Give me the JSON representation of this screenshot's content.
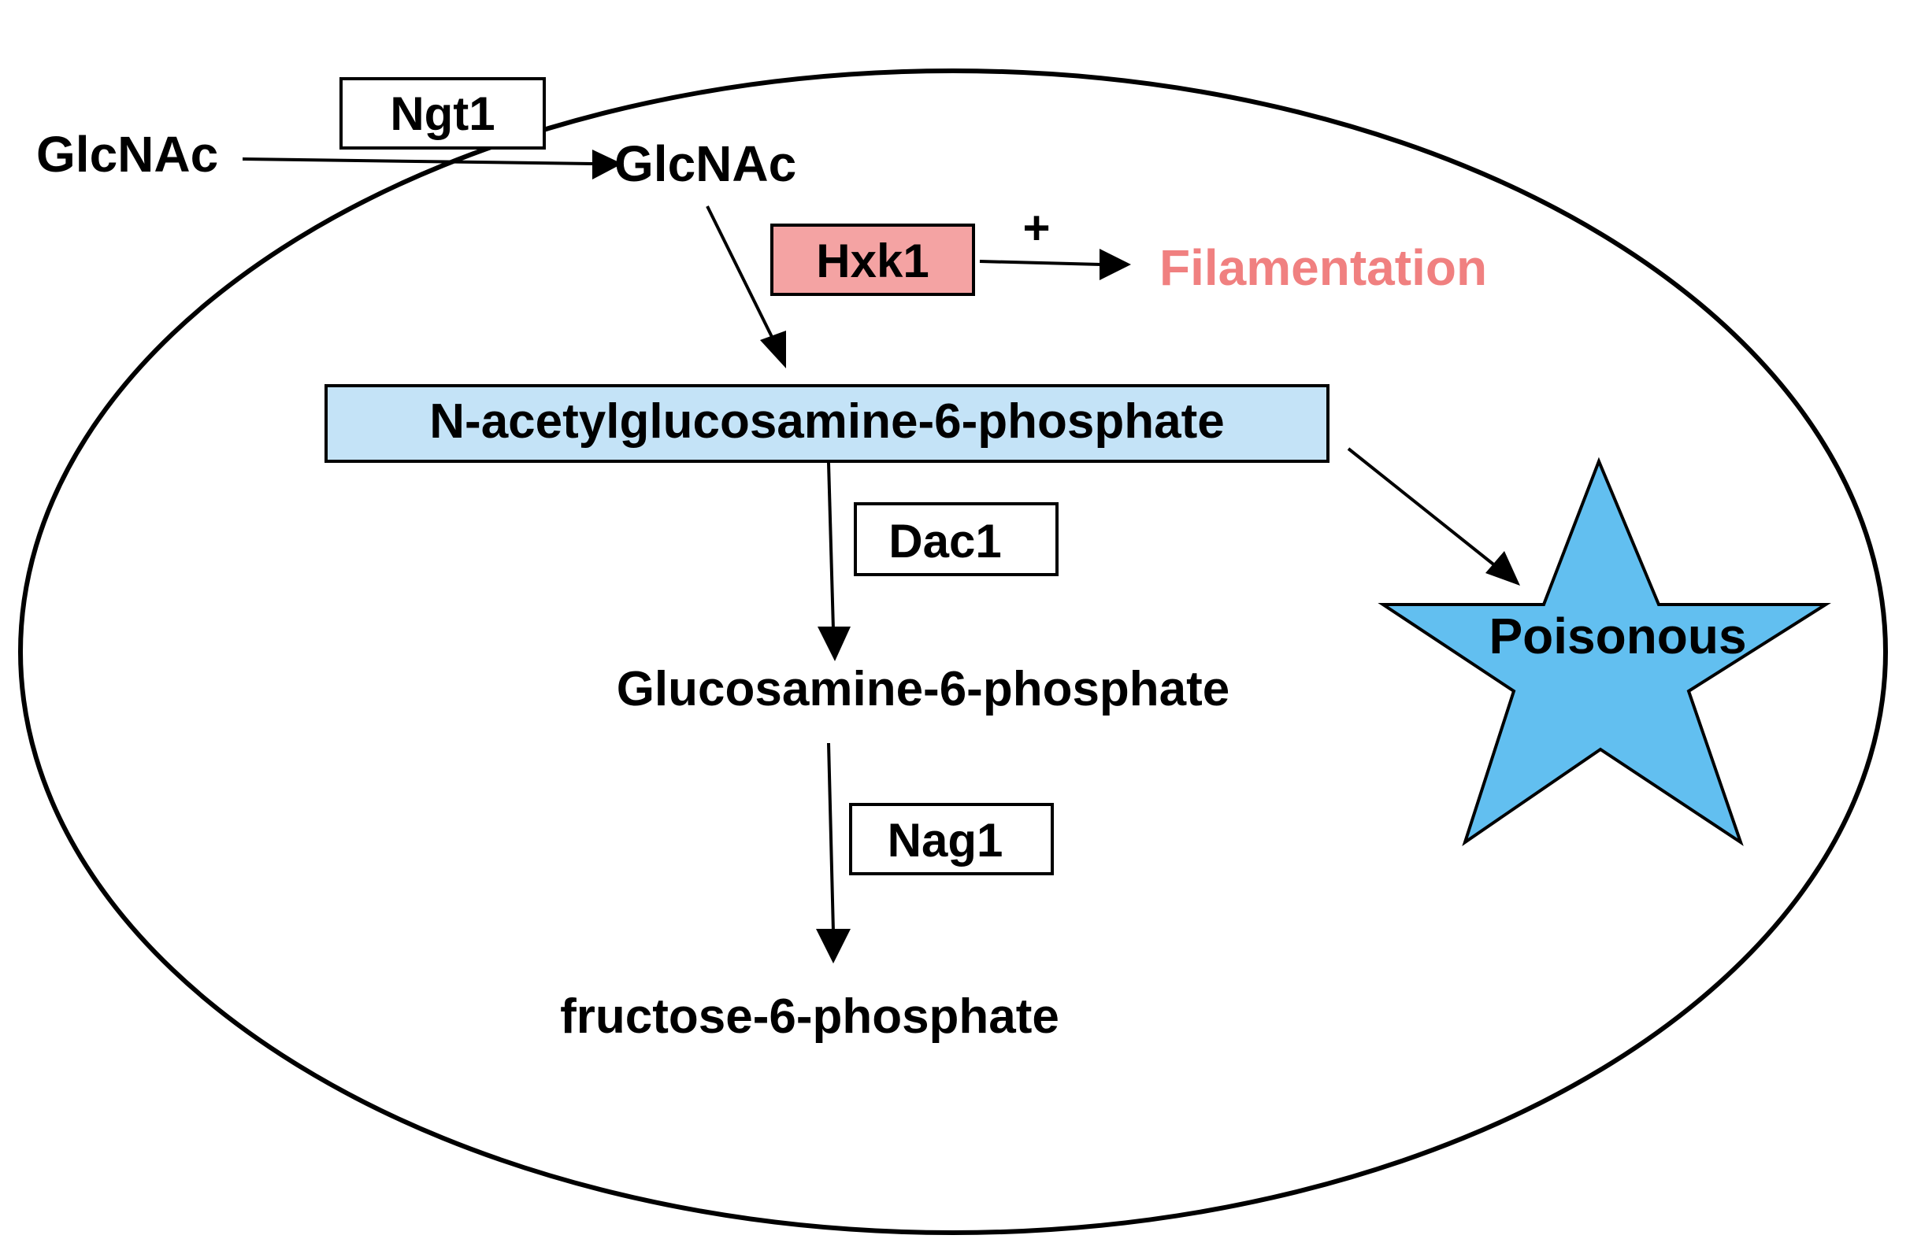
{
  "diagram": {
    "extracellular_label": "GlcNAc",
    "intracellular_label": "GlcNAc",
    "transporter": "Ngt1",
    "kinase": "Hxk1",
    "plus_sign": "+",
    "filamentation": "Filamentation",
    "glcnac6p": "N-acetylglucosamine-6-phosphate",
    "deacetylase": "Dac1",
    "glucosamine6p": "Glucosamine-6-phosphate",
    "deaminase": "Nag1",
    "fructose6p": "fructose-6-phosphate",
    "poisonous": "Poisonous"
  },
  "colors": {
    "kinase_fill": "#f4a3a3",
    "filamentation_text": "#f08080",
    "glcnac6p_fill": "#c4e3f7",
    "star_fill": "#62bff0",
    "stroke": "#000000"
  }
}
